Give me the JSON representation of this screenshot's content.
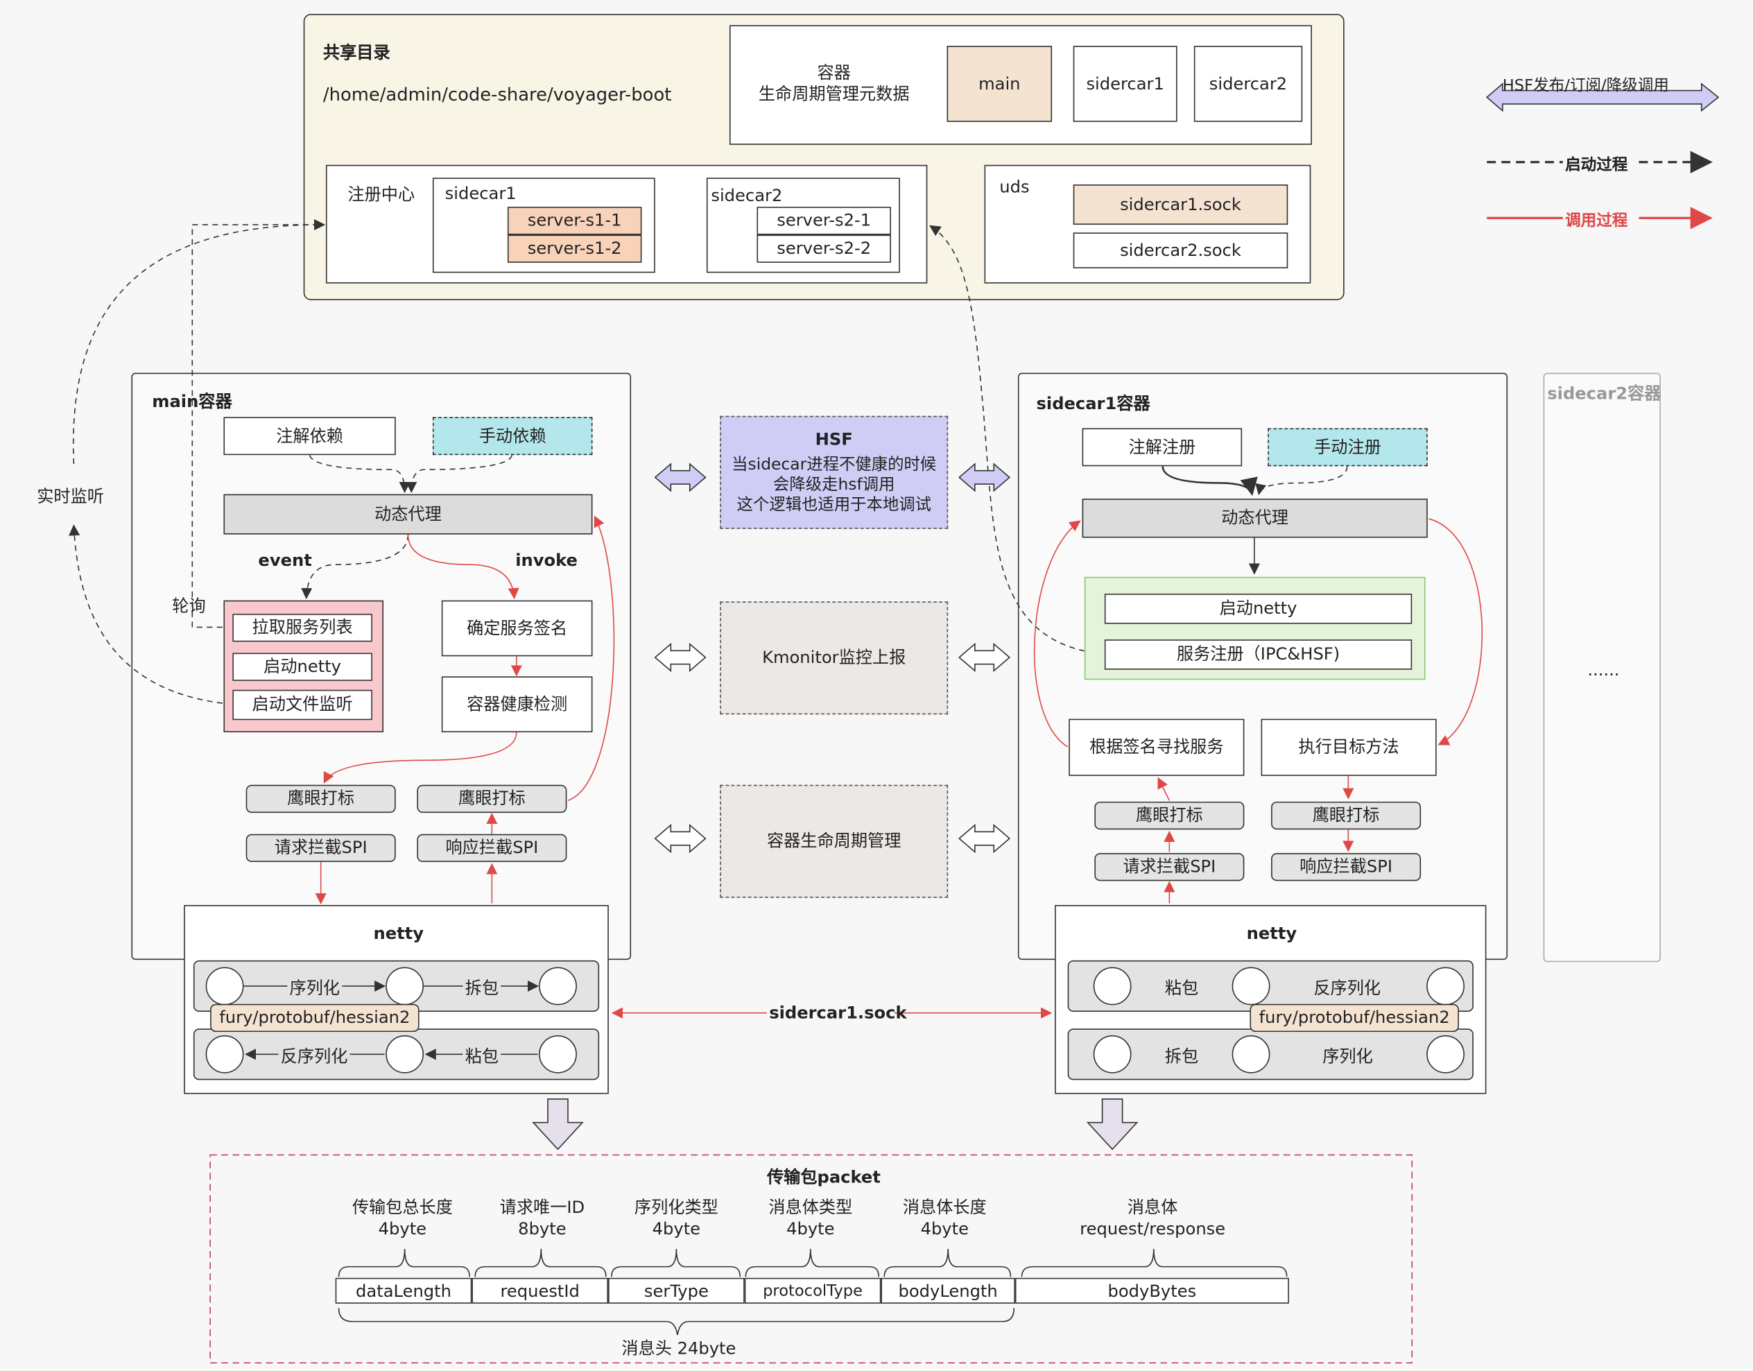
{
  "shared": {
    "title": "共享目录",
    "path": "/home/admin/code-share/voyager-boot",
    "meta_label": "容器\n生命周期管理元数据",
    "meta_items": [
      "main",
      "sidercar1",
      "sidercar2"
    ],
    "registry_label": "注册中心",
    "reg_sidecar1": "sidecar1",
    "reg_sidecar2": "sidecar2",
    "s1": [
      "server-s1-1",
      "server-s1-2"
    ],
    "s2": [
      "server-s2-1",
      "server-s2-2"
    ],
    "uds_label": "uds",
    "socks": [
      "sidercar1.sock",
      "sidercar2.sock"
    ]
  },
  "legend": {
    "hsf": "HSF发布/订阅/降级调用",
    "startup": "启动过程",
    "call": "调用过程"
  },
  "main": {
    "title": "main容器",
    "annot": "注解依赖",
    "manual": "手动依赖",
    "proxy": "动态代理",
    "event": "event",
    "invoke": "invoke",
    "poll": "轮询",
    "list": [
      "拉取服务列表",
      "启动netty",
      "启动文件监听"
    ],
    "sign": "确定服务签名",
    "health": "容器健康检测",
    "hawk1": "鹰眼打标",
    "hawk2": "鹰眼打标",
    "req_spi": "请求拦截SPI",
    "resp_spi": "响应拦截SPI"
  },
  "monitor_label": "实时监听",
  "middle": {
    "hsf_title": "HSF",
    "hsf_text": "当sidecar进程不健康的时候\n会降级走hsf调用\n这个逻辑也适用于本地调试",
    "kmonitor": "Kmonitor监控上报",
    "lifecycle": "容器生命周期管理"
  },
  "side": {
    "title": "sidecar1容器",
    "annot": "注解注册",
    "manual": "手动注册",
    "proxy": "动态代理",
    "netty_start": "启动netty",
    "reg": "服务注册（IPC&HSF)",
    "find": "根据签名寻找服务",
    "exec": "执行目标方法",
    "hawk1": "鹰眼打标",
    "hawk2": "鹰眼打标",
    "req_spi": "请求拦截SPI",
    "resp_spi": "响应拦截SPI"
  },
  "sidecar2": {
    "title": "sidecar2容器",
    "dots": "......"
  },
  "netty_main": {
    "title": "netty",
    "ser": "序列化",
    "unpack": "拆包",
    "deser": "反序列化",
    "stick": "粘包",
    "codec": "fury/protobuf/hessian2"
  },
  "netty_side": {
    "title": "netty",
    "stick": "粘包",
    "deser": "反序列化",
    "unpack": "拆包",
    "ser": "序列化",
    "codec": "fury/protobuf/hessian2"
  },
  "link_sock": "sidercar1.sock",
  "packet": {
    "title": "传输包packet",
    "fields": [
      {
        "label": "传输包总长度\n4byte",
        "name": "dataLength"
      },
      {
        "label": "请求唯一ID\n8byte",
        "name": "requestId"
      },
      {
        "label": "序列化类型\n4byte",
        "name": "serType"
      },
      {
        "label": "消息体类型\n4byte",
        "name": "protocolType"
      },
      {
        "label": "消息体长度\n4byte",
        "name": "bodyLength"
      },
      {
        "label": "消息体\nrequest/response",
        "name": "bodyBytes"
      }
    ],
    "header": "消息头 24byte"
  },
  "colors": {
    "red": "#e04848",
    "cream": "#f8f4e6",
    "peach": "#f5e3d2",
    "cyan": "#b4e7ec",
    "hsf": "#cfcdf5",
    "pink": "#f9c8cc",
    "green": "#e4f4da"
  }
}
